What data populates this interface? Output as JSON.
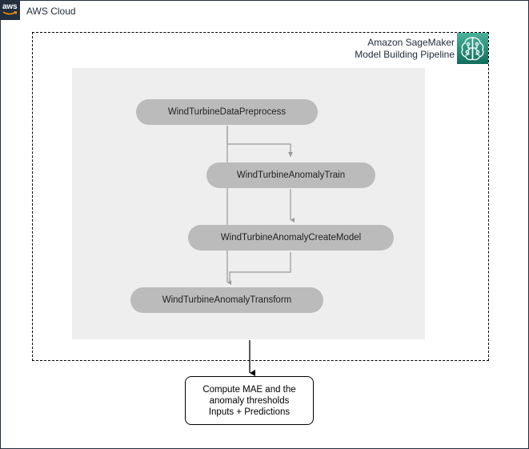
{
  "cloud": {
    "logo_text": "aws",
    "label": "AWS Cloud"
  },
  "pipeline": {
    "label_line1": "Amazon SageMaker",
    "label_line2": "Model Building Pipeline",
    "icon": "sagemaker-brain-icon"
  },
  "steps": [
    "WindTurbineDataPreprocess",
    "WindTurbineAnomalyTrain",
    "WindTurbineAnomalyCreateModel",
    "WindTurbineAnomalyTransform"
  ],
  "output": {
    "line1": "Compute MAE and the",
    "line2": "anomaly thresholds",
    "line3": "Inputs + Predictions"
  },
  "colors": {
    "aws_dark": "#232f3e",
    "sagemaker_green": "#1b8a70",
    "step_fill": "#bbbbbb",
    "canvas_bg": "#eeeeee",
    "edge_gray": "#999999"
  }
}
